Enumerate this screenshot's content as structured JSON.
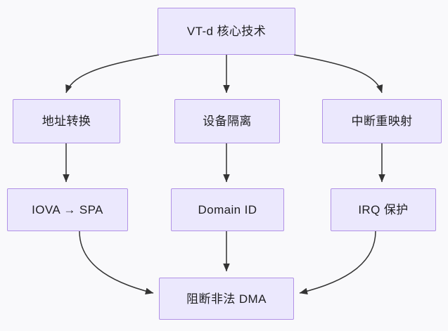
{
  "diagram": {
    "type": "flowchart",
    "direction": "top-down",
    "colors": {
      "background": "#f9f9fb",
      "node_fill": "#ebe8fd",
      "node_border": "#b191e6",
      "edge": "#333333",
      "text": "#1f1f22"
    },
    "nodes": [
      {
        "id": "root",
        "label": "VT-d 核心技术",
        "row": 1,
        "column": "center"
      },
      {
        "id": "addr",
        "label": "地址转换",
        "row": 2,
        "column": "left"
      },
      {
        "id": "isolate",
        "label": "设备隔离",
        "row": 2,
        "column": "center"
      },
      {
        "id": "irqremap",
        "label": "中断重映射",
        "row": 2,
        "column": "right"
      },
      {
        "id": "iova",
        "label": "IOVA → SPA",
        "row": 3,
        "column": "left"
      },
      {
        "id": "domainid",
        "label": "Domain ID",
        "row": 3,
        "column": "center"
      },
      {
        "id": "irqprot",
        "label": "IRQ 保护",
        "row": 3,
        "column": "right"
      },
      {
        "id": "block",
        "label": "阻断非法 DMA",
        "row": 4,
        "column": "center"
      }
    ],
    "edges": [
      {
        "from": "root",
        "to": "addr",
        "style": "curved",
        "arrow": "end"
      },
      {
        "from": "root",
        "to": "isolate",
        "style": "straight",
        "arrow": "end"
      },
      {
        "from": "root",
        "to": "irqremap",
        "style": "curved",
        "arrow": "end"
      },
      {
        "from": "addr",
        "to": "iova",
        "style": "straight",
        "arrow": "end"
      },
      {
        "from": "isolate",
        "to": "domainid",
        "style": "straight",
        "arrow": "end"
      },
      {
        "from": "irqremap",
        "to": "irqprot",
        "style": "straight",
        "arrow": "end"
      },
      {
        "from": "iova",
        "to": "block",
        "style": "curved",
        "arrow": "end"
      },
      {
        "from": "domainid",
        "to": "block",
        "style": "straight",
        "arrow": "end"
      },
      {
        "from": "irqprot",
        "to": "block",
        "style": "curved",
        "arrow": "end"
      }
    ]
  }
}
